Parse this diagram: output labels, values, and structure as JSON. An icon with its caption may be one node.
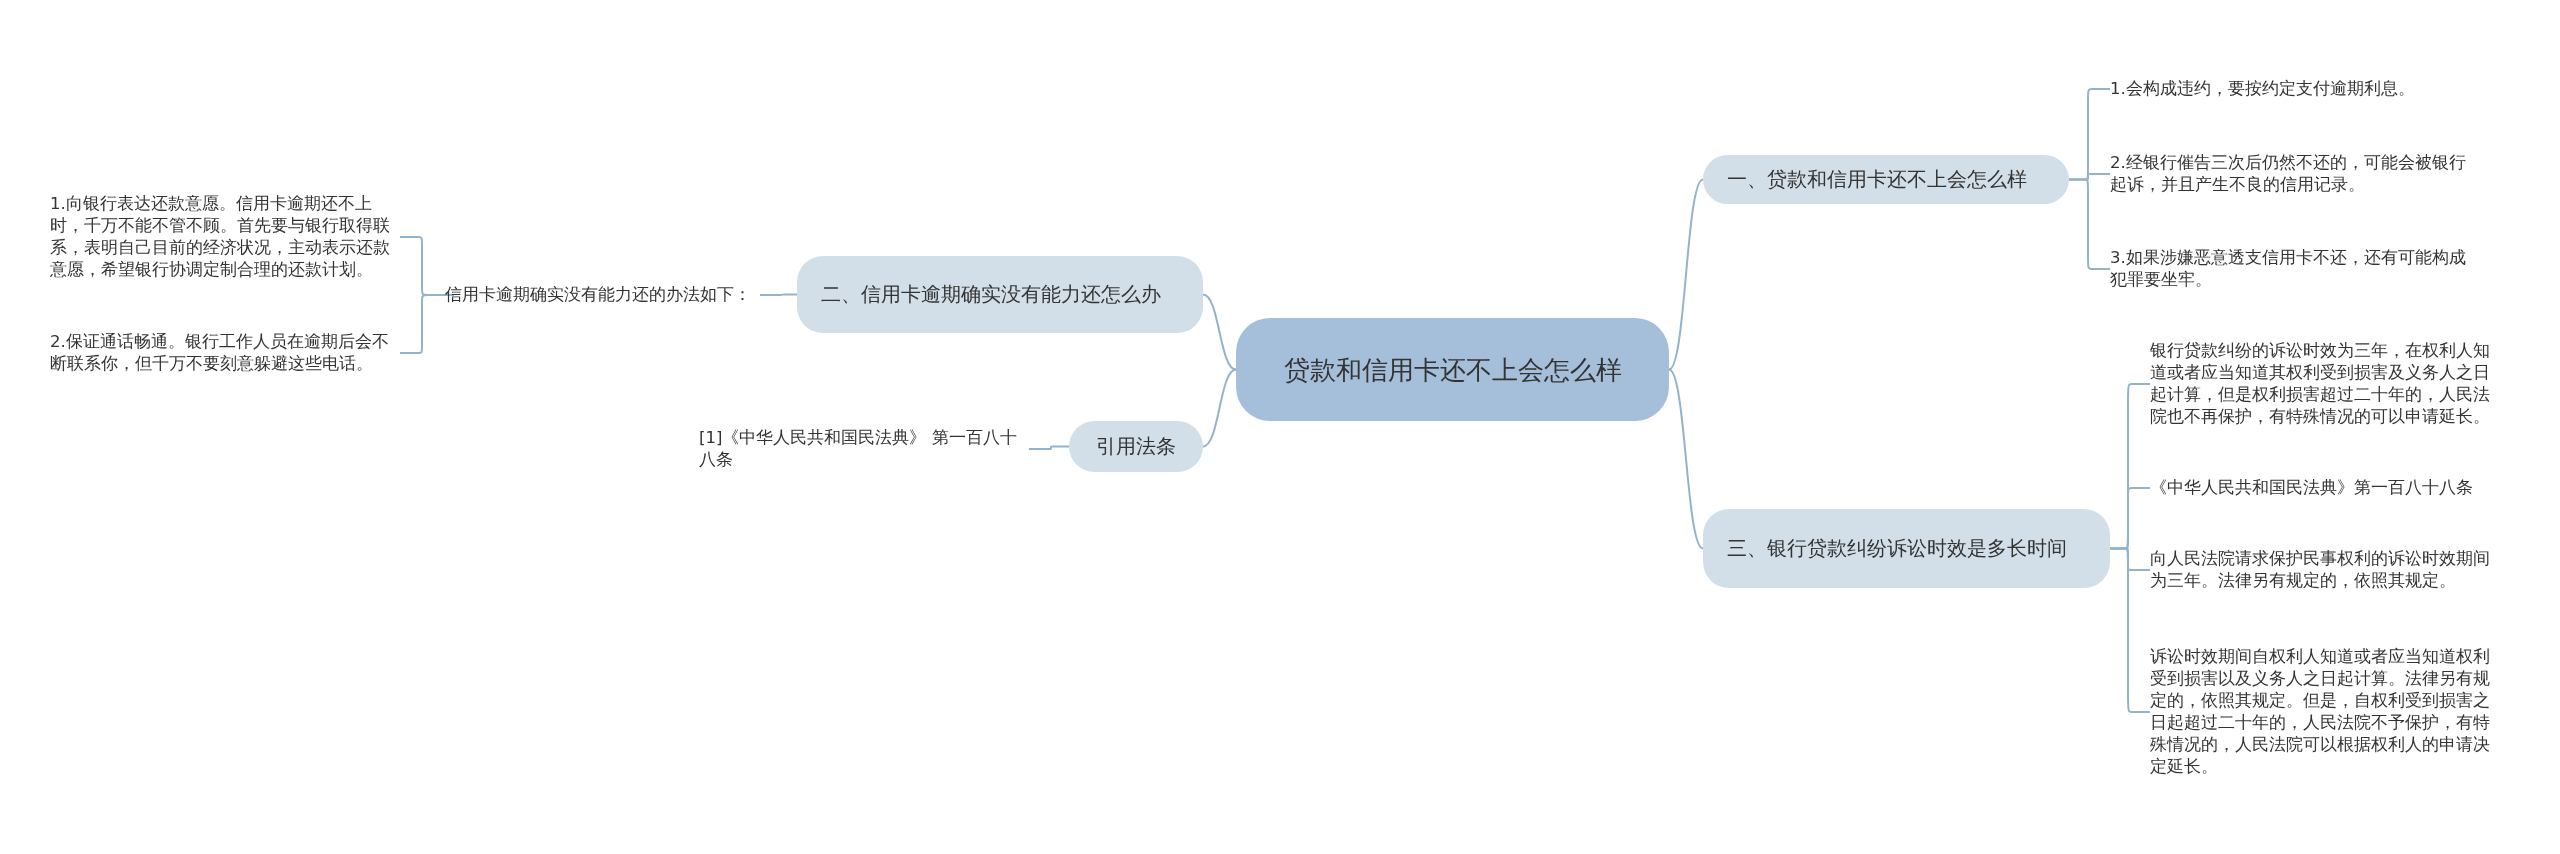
{
  "diagram": {
    "nodes": [
      {
        "text": [
          "贷款和信用卡还不上会怎么样"
        ]
      },
      {
        "text": [
          "一、贷款和信用卡还不上会怎么样"
        ]
      },
      {
        "text": [
          "1.会构成违约，要按约定支付逾期利息。"
        ]
      },
      {
        "text": [
          "2.经银行催告三次后仍然不还的，可能会被银行起诉，并且产生不良的信用记录。"
        ]
      },
      {
        "text": [
          "3.如果涉嫌恶意透支信用卡不还，还有可能构成犯罪要坐牢。"
        ]
      },
      {
        "text": [
          "二、信用卡逾期确实没有能力还怎么办"
        ]
      },
      {
        "text": [
          "信用卡逾期确实没有能力还的办法如下："
        ]
      },
      {
        "text": [
          "1.向银行表达还款意愿。信用卡逾期还不上时，千万不能不管不顾。首先要与银行取得联系，表明自己目前的经济状况，主动表示还款意愿，希望银行协调定制合理的还款计划。"
        ]
      },
      {
        "text": [
          "2.保证通话畅通。银行工作人员在逾期后会不断联系你，但千万不要刻意躲避这些电话。"
        ]
      },
      {
        "text": [
          "引用法条"
        ]
      },
      {
        "text": [
          "[1]《中华人民共和国民法典》 第一百八十八条"
        ]
      },
      {
        "text": [
          "三、银行贷款纠纷诉讼时效是多长时间"
        ]
      },
      {
        "text": [
          "银行贷款纠纷的诉讼时效为三年，在权利人知道或者应当知道其权利受到损害及义务人之日起计算，但是权利损害超过二十年的，人民法院也不再保护，有特殊情况的可以申请延长。"
        ]
      },
      {
        "text": [
          "《中华人民共和国民法典》第一百八十八条"
        ]
      },
      {
        "text": [
          "向人民法院请求保护民事权利的诉讼时效期间为三年。法律另有规定的，依照其规定。"
        ]
      },
      {
        "text": [
          "诉讼时效期间自权利人知道或者应当知道权利受到损害以及义务人之日起计算。法律另有规定的，依照其规定。但是，自权利受到损害之日起超过二十年的，人民法院不予保护，有特殊情况的，人民法院可以根据权利人的申请决定延长。"
        ]
      }
    ],
    "edges": [
      {
        "from": 0,
        "to": 1,
        "arrow": "none"
      },
      {
        "from": 1,
        "to": 2,
        "arrow": "none"
      },
      {
        "from": 1,
        "to": 3,
        "arrow": "none"
      },
      {
        "from": 1,
        "to": 4,
        "arrow": "none"
      },
      {
        "from": 0,
        "to": 5,
        "arrow": "none"
      },
      {
        "from": 5,
        "to": 6,
        "arrow": "none"
      },
      {
        "from": 6,
        "to": 7,
        "arrow": "none"
      },
      {
        "from": 6,
        "to": 8,
        "arrow": "none"
      },
      {
        "from": 0,
        "to": 9,
        "arrow": "none"
      },
      {
        "from": 9,
        "to": 10,
        "arrow": "none"
      },
      {
        "from": 0,
        "to": 11,
        "arrow": "none"
      },
      {
        "from": 11,
        "to": 12,
        "arrow": "none"
      },
      {
        "from": 11,
        "to": 13,
        "arrow": "none"
      },
      {
        "from": 11,
        "to": 14,
        "arrow": "none"
      },
      {
        "from": 11,
        "to": 15,
        "arrow": "none"
      }
    ]
  }
}
